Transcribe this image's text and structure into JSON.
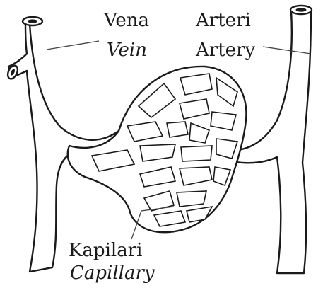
{
  "labels": {
    "vein_id": "Vena",
    "vein_en": "Vein",
    "artery_id": "Arteri",
    "artery_en": "Artery",
    "capillary_id": "Kapilari",
    "capillary_en": "Capillary"
  },
  "colors": {
    "ink": "#1a1a1a",
    "background": "#ffffff"
  }
}
